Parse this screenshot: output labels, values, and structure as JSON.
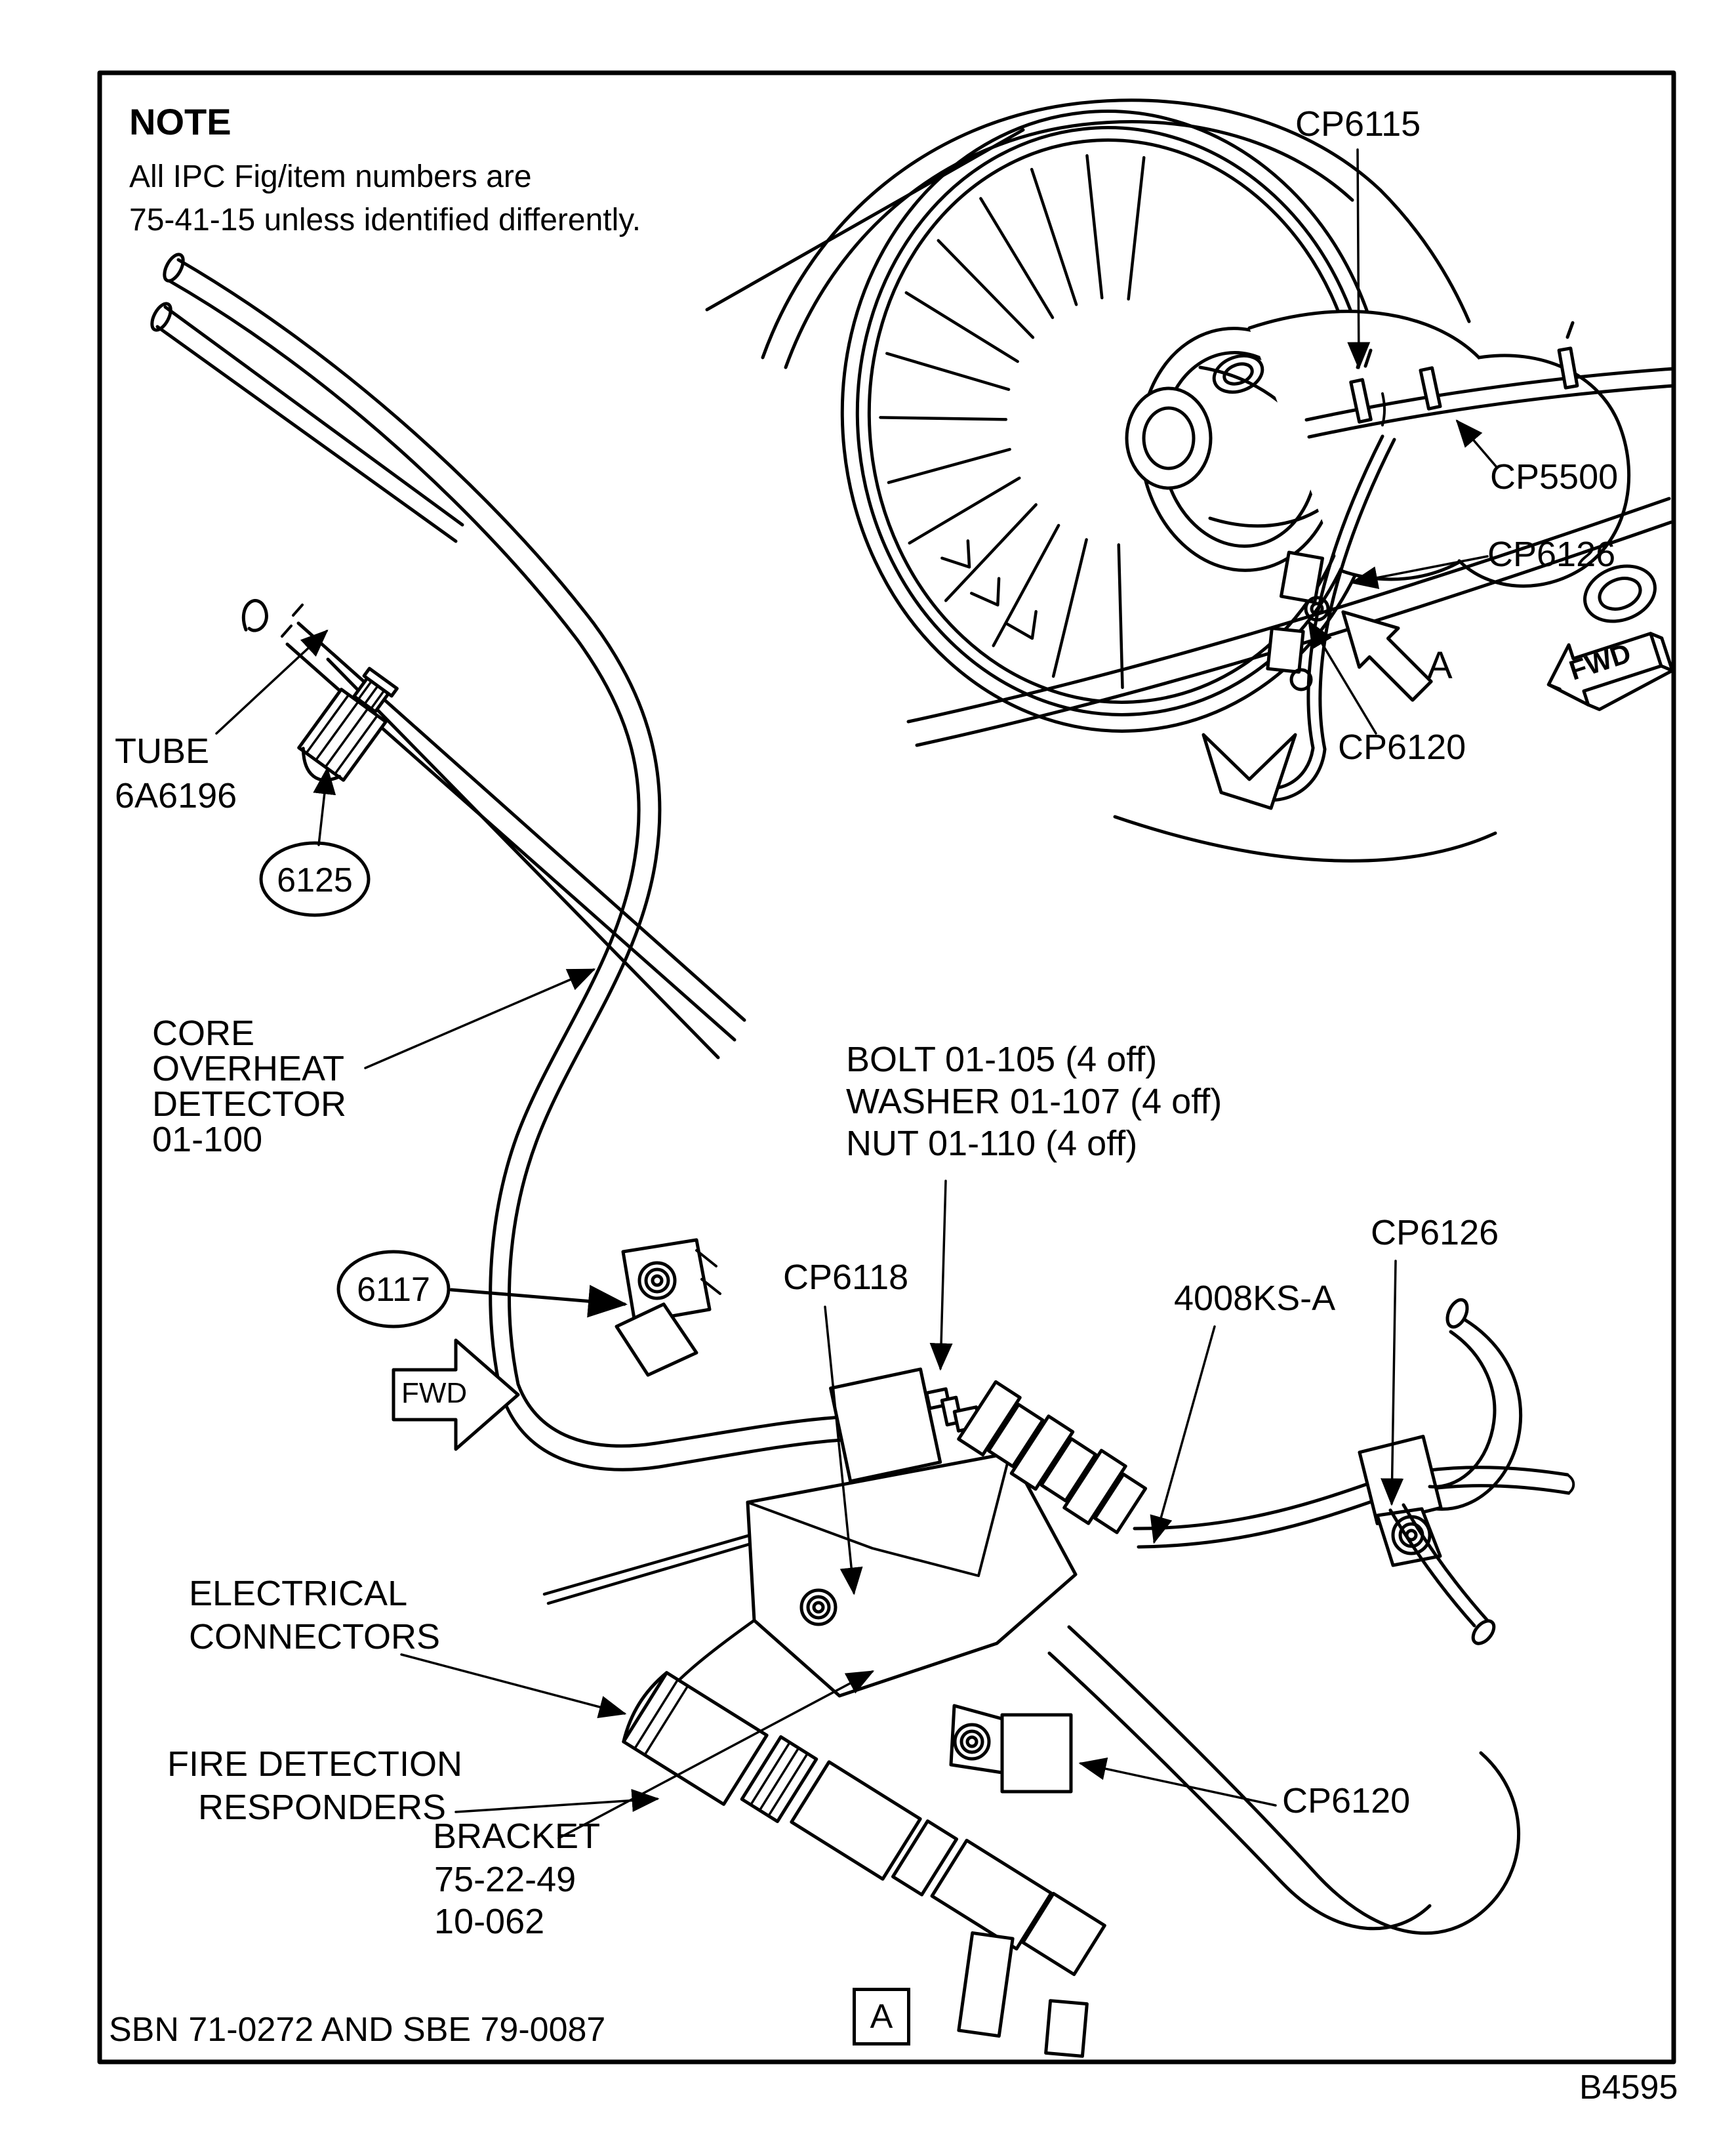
{
  "note": {
    "title": "NOTE",
    "line1": "All IPC Fig/item numbers are",
    "line2": "75-41-15 unless identified differently."
  },
  "labels": {
    "cp6115": "CP6115",
    "cp5500": "CP5500",
    "cp6126_top": "CP6126",
    "detail_a_letter": "A",
    "cp6120_top": "CP6120",
    "fwd_right": "FWD",
    "tube_word": "TUBE",
    "tube_part": "6A6196",
    "item_6125": "6125",
    "core_line1": "CORE",
    "core_line2": "OVERHEAT",
    "core_line3": "DETECTOR",
    "core_line4": "01-100",
    "item_6117": "6117",
    "fwd_left": "FWD",
    "cp6118": "CP6118",
    "bolt_line1": "BOLT 01-105 (4 off)",
    "bolt_line2": "WASHER 01-107 (4 off)",
    "bolt_line3": "NUT 01-110 (4 off)",
    "part_4008": "4008KS-A",
    "cp6126_mid": "CP6126",
    "cp6120_bottom": "CP6120",
    "elec_line1": "ELECTRICAL",
    "elec_line2": "CONNECTORS",
    "fire_line1": "FIRE DETECTION",
    "fire_line2": "RESPONDERS",
    "bracket_line1": "BRACKET",
    "bracket_line2": "75-22-49",
    "bracket_line3": "10-062",
    "detail_box": "A",
    "footer": "SBN 71-0272 AND SBE 79-0087",
    "figure_code": "B4595"
  },
  "colors": {
    "ink": "#000000",
    "paper": "#ffffff"
  }
}
